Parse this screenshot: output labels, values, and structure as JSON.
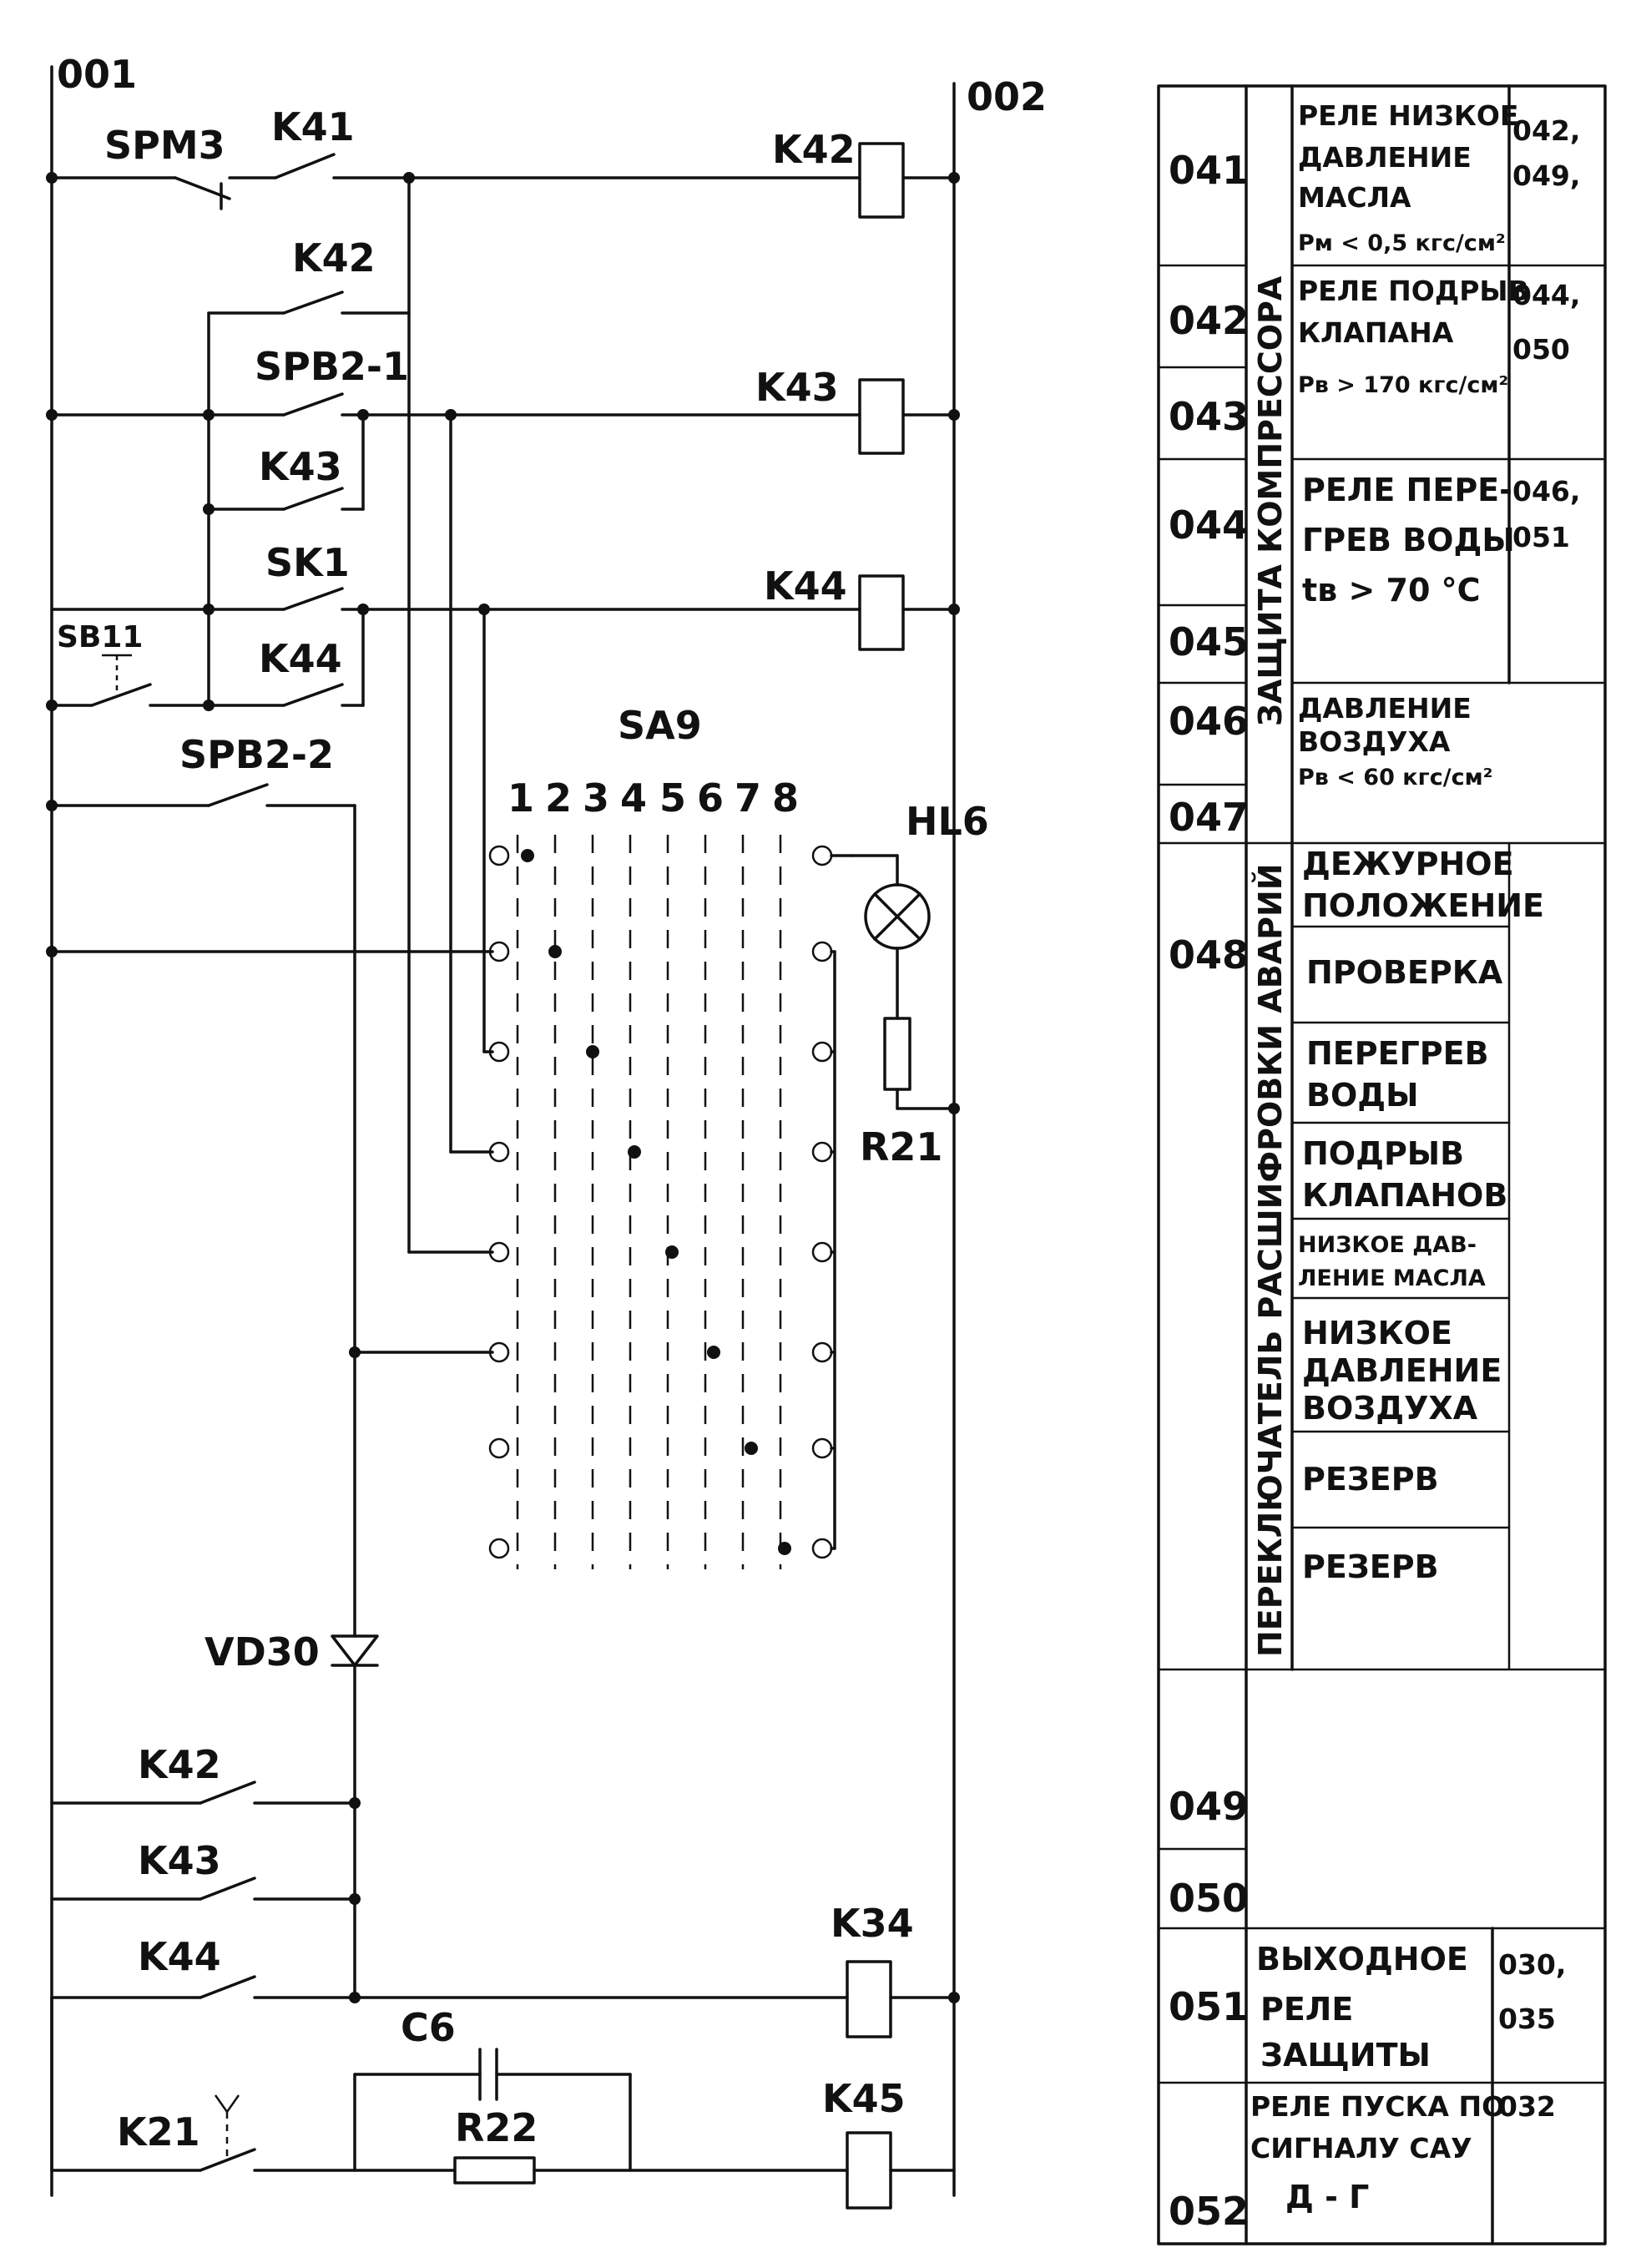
{
  "schematic": {
    "nodes": {
      "left_rail": "001",
      "right_rail": "002"
    },
    "labels": {
      "spm3": "SPM3",
      "k41": "K41",
      "k42_contact": "K42",
      "k42_coil": "K42",
      "spb2_1": "SPB2-1",
      "k43_contact": "K43",
      "k43_coil": "K43",
      "sk1": "SK1",
      "sb11": "SB11",
      "k44_contact": "K44",
      "k44_coil": "K44",
      "spb2_2": "SPB2-2",
      "sa9": "SA9",
      "hl6": "HL6",
      "r21": "R21",
      "vd30": "VD30",
      "k42_lower": "K42",
      "k43_lower": "K43",
      "k44_lower": "K44",
      "k34_coil": "K34",
      "c6": "C6",
      "r22": "R22",
      "k21": "K21",
      "k45_coil": "K45"
    },
    "sa9_positions": [
      "1",
      "2",
      "3",
      "4",
      "5",
      "6",
      "7",
      "8"
    ]
  },
  "table": {
    "rows": [
      {
        "num": "041",
        "lines": [
          "РЕЛЕ НИЗКОЕ",
          "ДАВЛЕНИЕ",
          "МАСЛА",
          "Рм < 0,5 кгс/см²"
        ],
        "refs": [
          "042,",
          "049,"
        ]
      },
      {
        "num": "042",
        "lines": [
          "РЕЛЕ ПОДРЫВ",
          "КЛАПАНА",
          "Рв > 170 кгс/см²"
        ],
        "refs": [
          "044,",
          "050"
        ]
      },
      {
        "num": "043",
        "lines": [],
        "refs": []
      },
      {
        "num": "044",
        "lines": [
          "РЕЛЕ ПЕРЕ-",
          "ГРЕВ ВОДЫ",
          "tв > 70 °С"
        ],
        "refs": [
          "046,",
          "051"
        ]
      },
      {
        "num": "045",
        "lines": [],
        "refs": []
      },
      {
        "num": "046",
        "lines": [
          "ДАВЛЕНИЕ",
          "ВОЗДУХА",
          "Рв < 60 кгс/см²"
        ],
        "refs": []
      },
      {
        "num": "047",
        "lines": [],
        "refs": []
      },
      {
        "num": "048",
        "lines": [],
        "refs": []
      },
      {
        "num": "049",
        "lines": [],
        "refs": []
      },
      {
        "num": "050",
        "lines": [],
        "refs": []
      },
      {
        "num": "051",
        "lines": [
          "ВЫХОДНОЕ",
          "РЕЛЕ",
          "ЗАЩИТЫ"
        ],
        "refs": [
          "030,",
          "035"
        ]
      },
      {
        "num": "052",
        "lines": [
          "РЕЛЕ ПУСКА ПО",
          "СИГНАЛУ САУ",
          "Д - Г"
        ],
        "refs": [
          "032"
        ]
      }
    ],
    "group_compressor": "ЗАЩИТА КОМПРЕССОРА",
    "group_switch": "ПЕРЕКЛЮЧАТЕЛЬ РАСШИФРОВКИ АВАРИЙ",
    "switch_positions": [
      [
        "ДЕЖУРНОЕ",
        "ПОЛОЖЕНИЕ"
      ],
      [
        "ПРОВЕРКА"
      ],
      [
        "ПЕРЕГРЕВ",
        "ВОДЫ"
      ],
      [
        "ПОДРЫВ",
        "КЛАПАНОВ"
      ],
      [
        "НИЗКОЕ ДАВ-",
        "ЛЕНИЕ МАСЛА"
      ],
      [
        "НИЗКОЕ",
        "ДАВЛЕНИЕ",
        "ВОЗДУХА"
      ],
      [
        "РЕЗЕРВ"
      ],
      [
        "РЕЗЕРВ"
      ]
    ]
  }
}
